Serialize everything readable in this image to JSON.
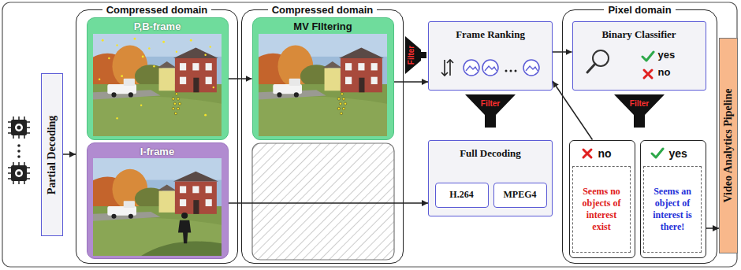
{
  "diagram": {
    "nodes": [
      {
        "text": [
          "Partial Decoding"
        ]
      },
      {
        "text": [
          "Compressed domain"
        ]
      },
      {
        "text": [
          "P,B-frame"
        ],
        "in": 1
      },
      {
        "text": [
          "I-frame"
        ],
        "in": 1
      },
      {
        "text": [
          "Compressed domain"
        ]
      },
      {
        "text": [
          "MV FIltering"
        ],
        "in": 4
      },
      {
        "text": [
          "Frame Ranking"
        ]
      },
      {
        "text": [
          "Full Decoding"
        ]
      },
      {
        "text": [
          "H.264"
        ],
        "in": 7
      },
      {
        "text": [
          "MPEG4"
        ],
        "in": 7
      },
      {
        "text": [
          "Pixel domain"
        ]
      },
      {
        "text": [
          "Binary Classifier",
          "yes",
          "no"
        ],
        "in": 10
      },
      {
        "text": [
          "no"
        ],
        "in": 10
      },
      {
        "text": [
          "Seems no objects of interest exist"
        ],
        "in": 12
      },
      {
        "text": [
          "yes"
        ],
        "in": 10
      },
      {
        "text": [
          "Seems an object of interest is there!"
        ],
        "in": 14
      },
      {
        "text": [
          "Video Analytics Pipeline"
        ]
      }
    ],
    "edges": [
      {
        "from": 0,
        "to": 1,
        "arrow": "to"
      },
      {
        "from": 2,
        "to": 5,
        "arrow": "to"
      },
      {
        "from": 5,
        "to": 6,
        "arrow": "to"
      },
      {
        "from": 3,
        "to": 7,
        "arrow": "to"
      },
      {
        "from": 6,
        "to": 11,
        "arrow": "to"
      },
      {
        "from": 12,
        "to": 6,
        "arrow": "to"
      },
      {
        "from": 14,
        "to": 16,
        "arrow": "to"
      }
    ],
    "labels": [
      "Filter",
      "Filter",
      "Filter"
    ]
  }
}
